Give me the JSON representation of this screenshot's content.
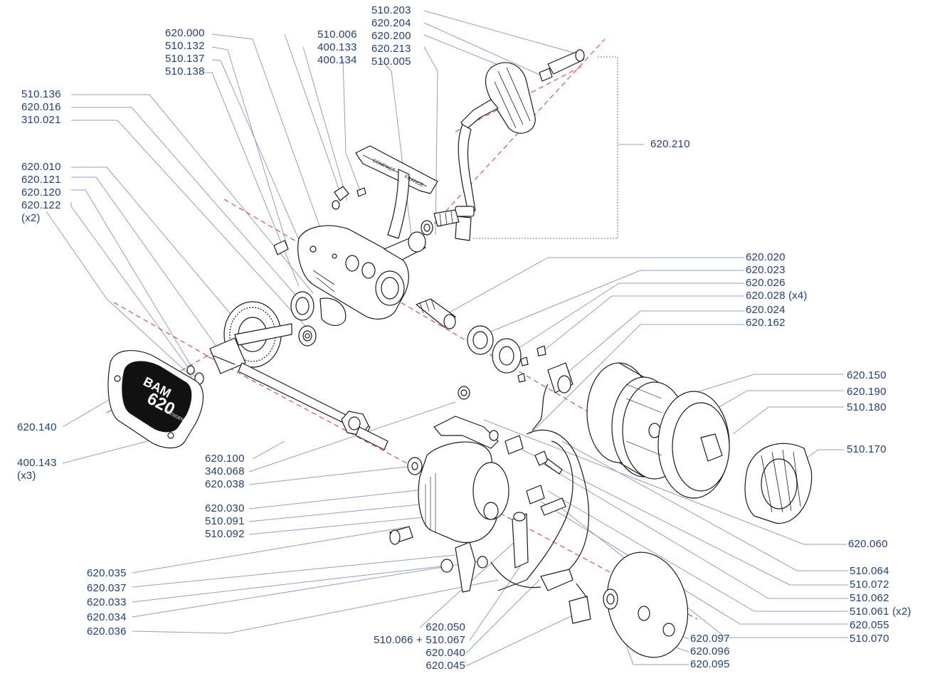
{
  "colors": {
    "label": "#23407a",
    "leader": "#8fa0c4",
    "axis": "#e0443c",
    "drawing": "#1a1a1a",
    "frame": "#777777"
  },
  "top_left": [
    "620.000",
    "510.132",
    "510.137",
    "510.138"
  ],
  "top_mid": [
    "510.006",
    "400.133",
    "400.134"
  ],
  "top_right": [
    "510.203",
    "620.204",
    "620.200",
    "620.213",
    "510.005"
  ],
  "left_upper": [
    "510.136",
    "620.016",
    "310.021"
  ],
  "left_mid": [
    "620.010",
    "620.121",
    "620.120",
    "620.122",
    "(x2)"
  ],
  "left_cover": "620.140",
  "left_screws": [
    "400.143",
    "(x3)"
  ],
  "mid_left": [
    "620.100",
    "340.068",
    "620.038"
  ],
  "lower_left": [
    "620.030",
    "510.091",
    "510.092"
  ],
  "bottom_left": [
    "620.035",
    "620.037",
    "620.033",
    "620.034",
    "620.036"
  ],
  "bottom_center": [
    "620.050",
    "510.066 + 510.067",
    "620.040",
    "620.045"
  ],
  "bottom_right": [
    "620.097",
    "620.096",
    "620.095"
  ],
  "handle": "620.210",
  "right_upper": [
    "620.020",
    "620.023",
    "620.026",
    "620.028 (x4)",
    "620.024",
    "620.162"
  ],
  "right_spool": [
    "620.150",
    "620.190",
    "510.180"
  ],
  "right_drag": "510.170",
  "right_bail": "620.060",
  "right_lower": [
    "510.064",
    "510.072",
    "510.062",
    "510.061 (x2)",
    "620.055",
    "510.070"
  ],
  "badge": {
    "brand": "BAM",
    "model": "620",
    "sub": "PRESIDENT"
  },
  "foot": {
    "left": "COMPACT",
    "right": "FRANCE"
  }
}
